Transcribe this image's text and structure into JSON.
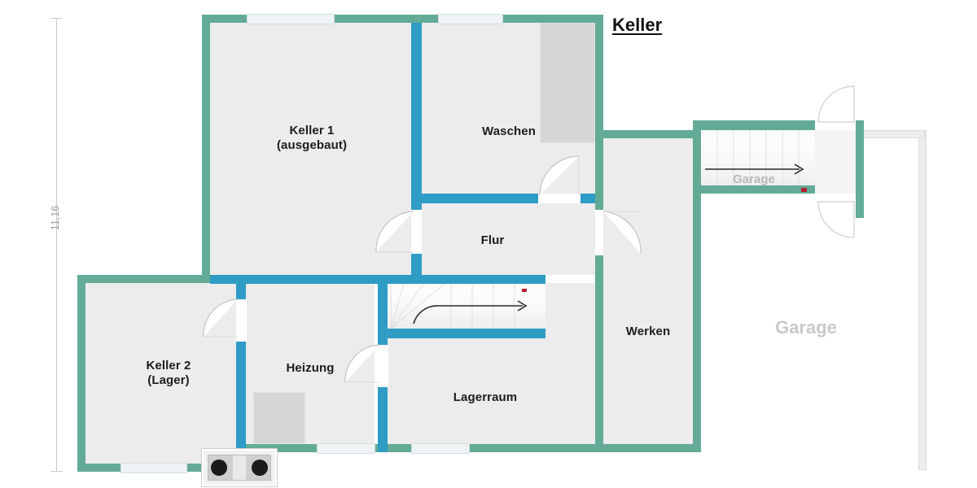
{
  "plan": {
    "title": "Keller",
    "dimension_left": "11,16",
    "rooms": [
      {
        "id": "keller1",
        "label": "Keller 1\n(ausgebaut)"
      },
      {
        "id": "waschen",
        "label": "Waschen"
      },
      {
        "id": "flur",
        "label": "Flur"
      },
      {
        "id": "keller2",
        "label": "Keller 2\n(Lager)"
      },
      {
        "id": "heizung",
        "label": "Heizung"
      },
      {
        "id": "lagerraum",
        "label": "Lagerraum"
      },
      {
        "id": "werken",
        "label": "Werken"
      },
      {
        "id": "garage",
        "label": "Garage"
      }
    ],
    "stairs": [
      {
        "id": "main-stair",
        "label": "",
        "direction": "right"
      },
      {
        "id": "garage-stair",
        "label": "Garage",
        "direction": "right"
      }
    ],
    "colors": {
      "exterior_wall": "#63ab96",
      "interior_wall": "#2e9cc4",
      "room_fill": "#ececec",
      "ghost_wall": "#ededed",
      "ghost_label": "#c9c9c9",
      "dimension": "#9a9a9a",
      "marker": "#b3202c"
    }
  }
}
